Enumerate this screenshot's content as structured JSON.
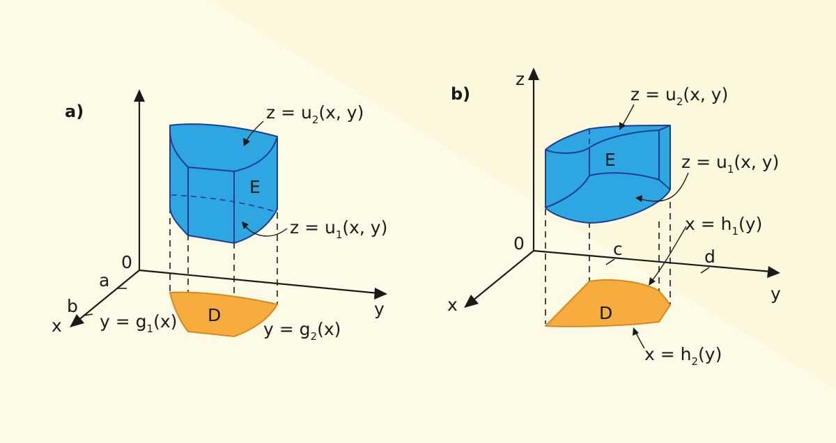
{
  "colors": {
    "background": "#fdfbe8",
    "background_band": "#fbf8de",
    "solid_fill": "#2ea6e1",
    "solid_stroke": "#1f3d8f",
    "region_fill": "#f6ad3e",
    "region_stroke": "#d8881c",
    "ink": "#1a1a1a"
  },
  "panel_a": {
    "label": "a)",
    "axis_x": "x",
    "axis_y": "y",
    "origin": "0",
    "tick_a": "a",
    "tick_b": "b",
    "solid_label": "E",
    "region_label": "D",
    "top_surface": {
      "pre": "z = u",
      "sub": "2",
      "post": "(x, y)"
    },
    "bottom_surface": {
      "pre": "z = u",
      "sub": "1",
      "post": "(x, y)"
    },
    "lower_curve": {
      "pre": "y = g",
      "sub": "1",
      "post": "(x)"
    },
    "upper_curve": {
      "pre": "y = g",
      "sub": "2",
      "post": "(x)"
    }
  },
  "panel_b": {
    "label": "b)",
    "axis_x": "x",
    "axis_y": "y",
    "axis_z": "z",
    "origin": "0",
    "tick_c": "c",
    "tick_d": "d",
    "solid_label": "E",
    "region_label": "D",
    "top_surface": {
      "pre": "z = u",
      "sub": "2",
      "post": "(x, y)"
    },
    "bottom_surface": {
      "pre": "z = u",
      "sub": "1",
      "post": "(x, y)"
    },
    "curve_h1": {
      "pre": "x = h",
      "sub": "1",
      "post": "(y)"
    },
    "curve_h2": {
      "pre": "x = h",
      "sub": "2",
      "post": "(y)"
    }
  }
}
